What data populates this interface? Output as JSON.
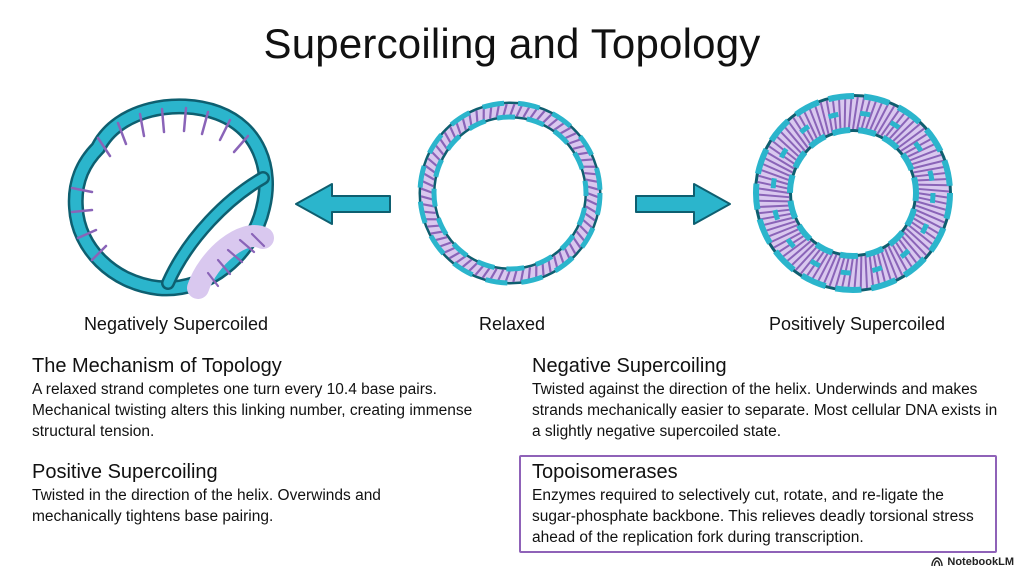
{
  "title": "Supercoiling and Topology",
  "figures": {
    "negative": {
      "caption": "Negatively Supercoiled"
    },
    "relaxed": {
      "caption": "Relaxed"
    },
    "positive": {
      "caption": "Positively Supercoiled"
    }
  },
  "sections": {
    "mechanism": {
      "heading": "The Mechanism of Topology",
      "body": "A relaxed strand completes one turn every 10.4 base pairs. Mechanical twisting alters this linking number, creating immense structural tension."
    },
    "positive": {
      "heading": "Positive Supercoiling",
      "body": "Twisted in the direction of the helix. Overwinds and mechanically tightens base pairing."
    },
    "negative": {
      "heading": "Negative Supercoiling",
      "body": "Twisted against the direction of the helix. Underwinds and makes strands mechanically easier to separate. Most cellular DNA exists in a slightly negative supercoiled state."
    },
    "topoisomerases": {
      "heading": "Topoisomerases",
      "body": "Enzymes required to selectively cut, rotate, and re-ligate the sugar-phosphate backbone. This relieves deadly torsional stress ahead of the replication fork during transcription."
    }
  },
  "brand": {
    "label": "NotebookLM"
  },
  "colors": {
    "strand": "#2bb5cc",
    "strand_dark": "#0e5f70",
    "base": "#8a64b8",
    "base_light": "#d9c8ef",
    "box_border": "#8f62b8"
  }
}
